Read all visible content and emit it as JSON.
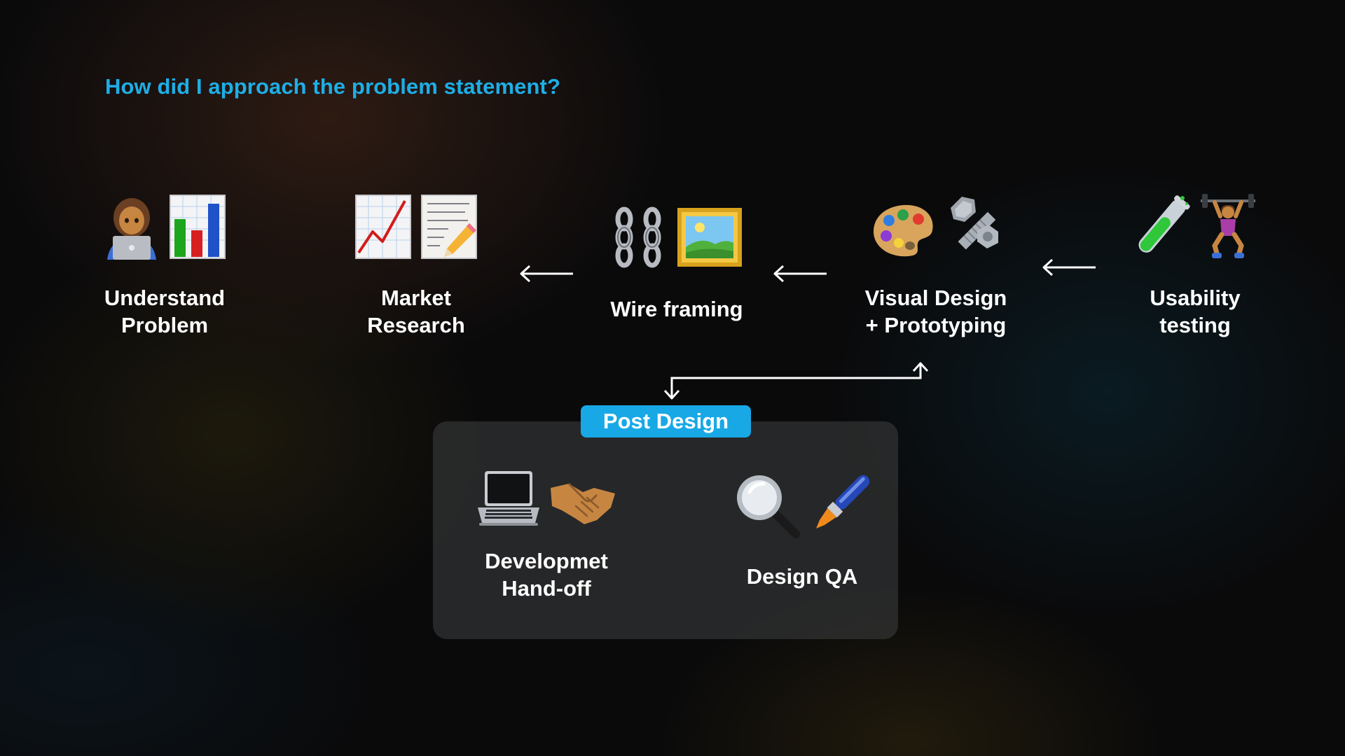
{
  "title": "How did I approach the problem statement?",
  "steps": [
    {
      "label_lines": [
        "Understand",
        "Problem"
      ],
      "icons": [
        "woman-technologist-icon",
        "bar-chart-icon"
      ]
    },
    {
      "label_lines": [
        "Market",
        "Research"
      ],
      "icons": [
        "chart-increasing-icon",
        "memo-icon"
      ]
    },
    {
      "label_lines": [
        "Wire framing"
      ],
      "icons": [
        "chains-icon",
        "framed-picture-icon"
      ]
    },
    {
      "label_lines": [
        "Visual Design",
        "+ Prototyping"
      ],
      "icons": [
        "artist-palette-icon",
        "nut-and-bolt-icon"
      ]
    },
    {
      "label_lines": [
        "Usability",
        "testing"
      ],
      "icons": [
        "test-tube-icon",
        "weight-lifter-icon"
      ]
    }
  ],
  "post_design": {
    "badge": "Post Design",
    "items": [
      {
        "label_lines": [
          "Developmet",
          "Hand-off"
        ],
        "icons": [
          "laptop-icon",
          "handshake-icon"
        ]
      },
      {
        "label_lines": [
          "Design QA"
        ],
        "icons": [
          "magnifying-glass-icon",
          "paintbrush-icon"
        ]
      }
    ]
  },
  "colors": {
    "accent": "#1eaee6",
    "badge": "#18a8e6",
    "text": "#ffffff",
    "background": "#0a0a0b"
  }
}
